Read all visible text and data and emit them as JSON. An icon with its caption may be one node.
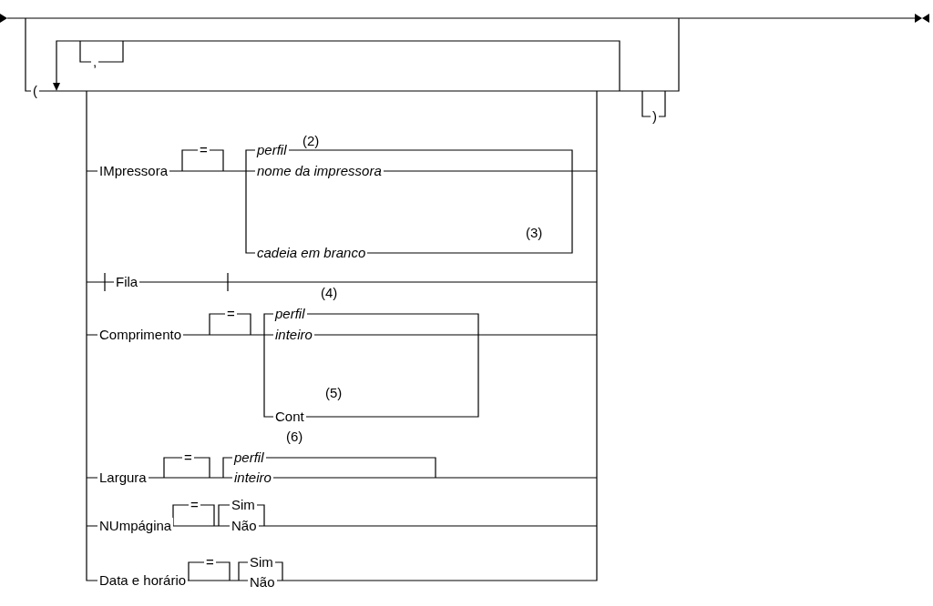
{
  "diagram": {
    "labels": [
      ",",
      "(",
      ")",
      "(2)",
      "IMpressora",
      "=",
      "perfil",
      "nome da impressora",
      "(3)",
      "cadeia em branco",
      "Fila",
      "(4)",
      "Comprimento",
      "=",
      "perfil",
      "inteiro",
      "(5)",
      "Cont",
      "(6)",
      "Largura",
      "=",
      "perfil",
      "inteiro",
      "NUmpágina",
      "=",
      "Sim",
      "Não",
      "Data e horário",
      "=",
      "Sim",
      "Não"
    ]
  }
}
